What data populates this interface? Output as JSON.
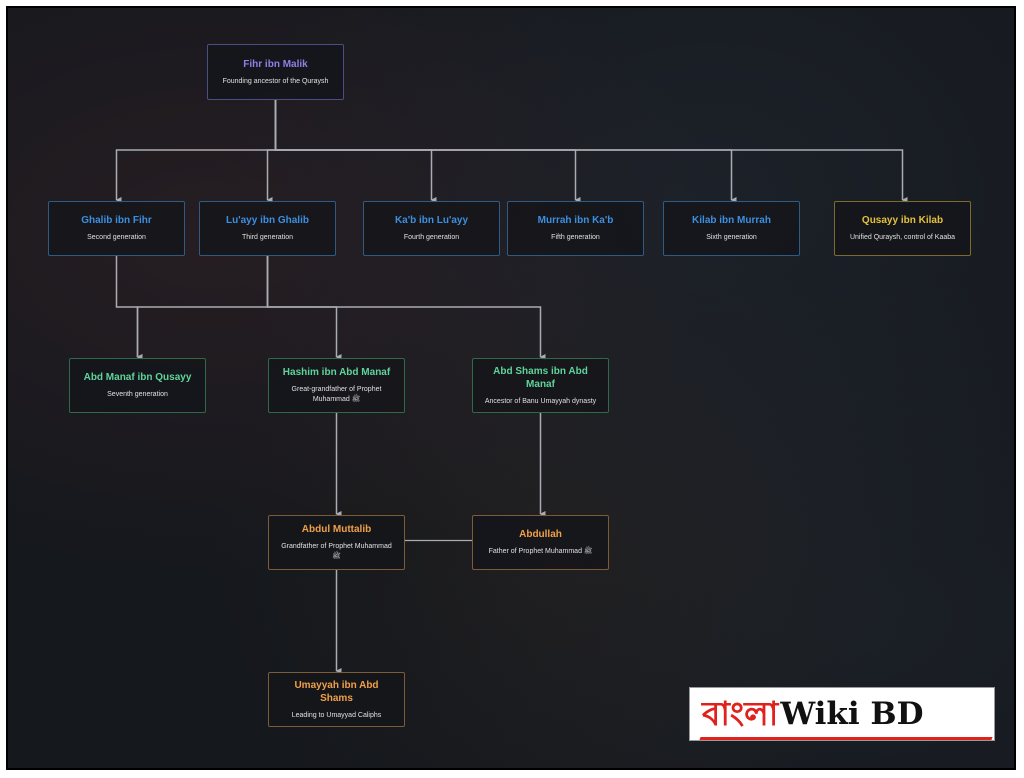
{
  "tree": {
    "nodes": [
      {
        "id": "fihr",
        "name": "Fihr ibn Malik",
        "desc": "Founding ancestor of the Quraysh",
        "tier": "purple"
      },
      {
        "id": "ghalib",
        "name": "Ghalib ibn Fihr",
        "desc": "Second generation",
        "tier": "blue"
      },
      {
        "id": "luayy",
        "name": "Lu'ayy ibn Ghalib",
        "desc": "Third generation",
        "tier": "blue"
      },
      {
        "id": "kab",
        "name": "Ka'b ibn Lu'ayy",
        "desc": "Fourth generation",
        "tier": "blue"
      },
      {
        "id": "murrah",
        "name": "Murrah ibn Ka'b",
        "desc": "Fifth generation",
        "tier": "blue"
      },
      {
        "id": "kilab",
        "name": "Kilab ibn Murrah",
        "desc": "Sixth generation",
        "tier": "blue"
      },
      {
        "id": "qusayy",
        "name": "Qusayy ibn Kilab",
        "desc": "Unified Quraysh, control of Kaaba",
        "tier": "gold"
      },
      {
        "id": "abdmanaf",
        "name": "Abd Manaf ibn Qusayy",
        "desc": "Seventh generation",
        "tier": "green"
      },
      {
        "id": "hashim",
        "name": "Hashim ibn Abd Manaf",
        "desc": "Great-grandfather of Prophet Muhammad ﷺ",
        "tier": "green"
      },
      {
        "id": "abdshams",
        "name": "Abd Shams ibn Abd Manaf",
        "desc": "Ancestor of Banu Umayyah dynasty",
        "tier": "green"
      },
      {
        "id": "muttalib",
        "name": "Abdul Muttalib",
        "desc": "Grandfather of Prophet Muhammad ﷺ",
        "tier": "orange"
      },
      {
        "id": "abdullah",
        "name": "Abdullah",
        "desc": "Father of Prophet Muhammad ﷺ",
        "tier": "orange"
      },
      {
        "id": "umayyah",
        "name": "Umayyah ibn Abd Shams",
        "desc": "Leading to Umayyad Caliphs",
        "tier": "orange"
      }
    ],
    "edges": [
      [
        "fihr",
        "ghalib"
      ],
      [
        "fihr",
        "luayy"
      ],
      [
        "fihr",
        "kab"
      ],
      [
        "fihr",
        "murrah"
      ],
      [
        "fihr",
        "kilab"
      ],
      [
        "fihr",
        "qusayy"
      ],
      [
        "ghalib",
        "abdmanaf"
      ],
      [
        "luayy",
        "abdmanaf"
      ],
      [
        "luayy",
        "hashim"
      ],
      [
        "luayy",
        "abdshams"
      ],
      [
        "hashim",
        "muttalib"
      ],
      [
        "abdshams",
        "abdullah"
      ],
      [
        "muttalib",
        "umayyah"
      ]
    ],
    "links": [
      [
        "muttalib",
        "abdullah"
      ]
    ],
    "colors": {
      "purple": "#8f7fe6",
      "blue": "#3d8fe0",
      "gold": "#e5c13a",
      "green": "#5fd49a",
      "orange": "#f0a048",
      "connector": "#a9acb2"
    }
  },
  "watermark": {
    "bangla": "বাংলা",
    "latin": "Wiki BD",
    "accent": "#e0221d"
  }
}
